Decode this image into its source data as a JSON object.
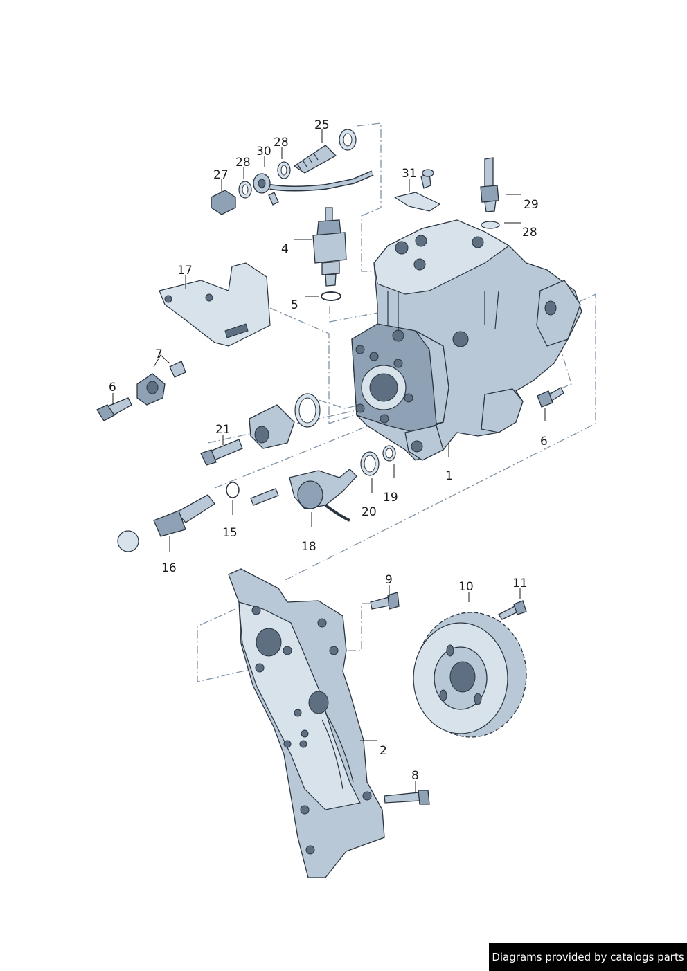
{
  "footer": {
    "credit": "Diagrams provided by catalogs parts"
  },
  "callouts": [
    {
      "id": "c25",
      "label": "25"
    },
    {
      "id": "c30",
      "label": "30"
    },
    {
      "id": "c28a",
      "label": "28"
    },
    {
      "id": "c28b",
      "label": "28"
    },
    {
      "id": "c27",
      "label": "27"
    },
    {
      "id": "c31",
      "label": "31"
    },
    {
      "id": "c29",
      "label": "29"
    },
    {
      "id": "c28c",
      "label": "28"
    },
    {
      "id": "c4",
      "label": "4"
    },
    {
      "id": "c17",
      "label": "17"
    },
    {
      "id": "c5",
      "label": "5"
    },
    {
      "id": "c7",
      "label": "7"
    },
    {
      "id": "c6a",
      "label": "6"
    },
    {
      "id": "c6b",
      "label": "6"
    },
    {
      "id": "c21",
      "label": "21"
    },
    {
      "id": "c1",
      "label": "1"
    },
    {
      "id": "c19",
      "label": "19"
    },
    {
      "id": "c20",
      "label": "20"
    },
    {
      "id": "c15",
      "label": "15"
    },
    {
      "id": "c18",
      "label": "18"
    },
    {
      "id": "c16",
      "label": "16"
    },
    {
      "id": "c9",
      "label": "9"
    },
    {
      "id": "c10",
      "label": "10"
    },
    {
      "id": "c11",
      "label": "11"
    },
    {
      "id": "c2",
      "label": "2"
    },
    {
      "id": "c8",
      "label": "8"
    }
  ]
}
